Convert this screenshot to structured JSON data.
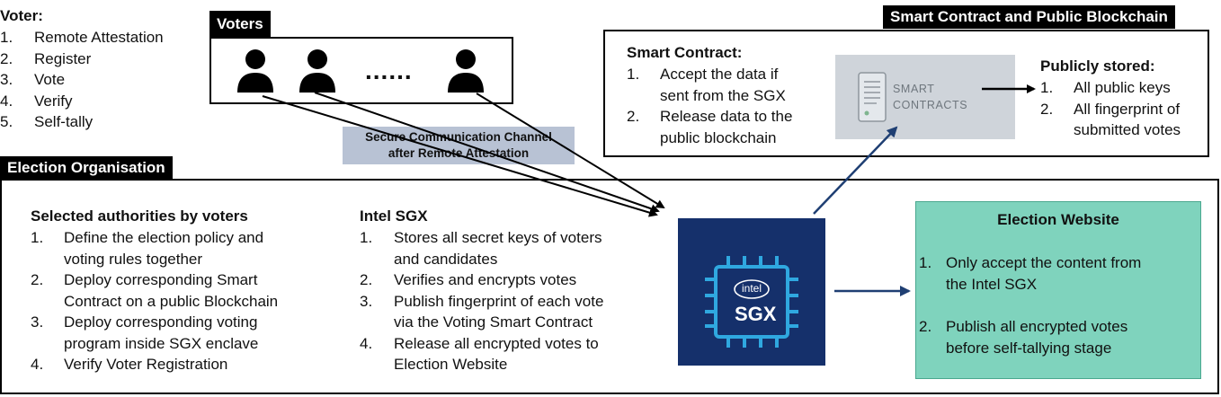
{
  "voter_panel": {
    "title": "Voter:",
    "items": [
      {
        "num": "1.",
        "text": "Remote Attestation"
      },
      {
        "num": "2.",
        "text": "Register"
      },
      {
        "num": "3.",
        "text": "Vote"
      },
      {
        "num": "4.",
        "text": "Verify"
      },
      {
        "num": "5.",
        "text": "Self-tally"
      }
    ]
  },
  "voters_box": {
    "header": "Voters",
    "ellipsis": "......"
  },
  "channel": {
    "line1": "Secure Communication Channel",
    "line2": "after Remote Attestation"
  },
  "smart_contract_section": {
    "header": "Smart Contract and Public Blockchain",
    "contract_title": "Smart Contract:",
    "contract_items": [
      {
        "num": "1.",
        "lines": [
          "Accept the data if",
          "sent from the SGX"
        ]
      },
      {
        "num": "2.",
        "lines": [
          "Release data to the",
          "public blockchain"
        ]
      }
    ],
    "image_text_line1": "SMART",
    "image_text_line2": "CONTRACTS",
    "stored_title": "Publicly stored:",
    "stored_items": [
      {
        "num": "1.",
        "lines": [
          "All public keys"
        ]
      },
      {
        "num": "2.",
        "lines": [
          "All fingerprint of",
          "submitted votes"
        ]
      }
    ]
  },
  "election_org": {
    "header": "Election Organisation",
    "authorities_title": "Selected authorities by voters",
    "authorities_items": [
      {
        "num": "1.",
        "lines": [
          "Define the election policy and",
          "voting rules together"
        ]
      },
      {
        "num": "2.",
        "lines": [
          "Deploy corresponding Smart",
          "Contract on a public Blockchain"
        ]
      },
      {
        "num": "3.",
        "lines": [
          "Deploy corresponding voting",
          "program inside SGX enclave"
        ]
      },
      {
        "num": "4.",
        "lines": [
          "Verify Voter Registration"
        ]
      }
    ],
    "sgx_title": "Intel SGX",
    "sgx_items": [
      {
        "num": "1.",
        "lines": [
          "Stores all secret keys of voters",
          "and candidates"
        ]
      },
      {
        "num": "2.",
        "lines": [
          "Verifies and encrypts votes"
        ]
      },
      {
        "num": "3.",
        "lines": [
          "Publish fingerprint of each vote",
          "via the Voting Smart Contract"
        ]
      },
      {
        "num": "4.",
        "lines": [
          "Release all encrypted votes to",
          "Election Website"
        ]
      }
    ],
    "chip_brand": "intel",
    "chip_label": "SGX"
  },
  "election_website": {
    "title": "Election Website",
    "items": [
      {
        "num": "1.",
        "lines": [
          "Only accept the content from",
          "the Intel SGX"
        ]
      },
      {
        "num": "2.",
        "lines": [
          "Publish all encrypted votes",
          "before self-tallying stage"
        ]
      }
    ]
  },
  "colors": {
    "arrow": "#1f3f73",
    "sgx_bg": "#15306b",
    "website_bg": "#7fd3bd",
    "channel_bg": "#b8c2d4",
    "contract_image_bg": "#cfd4da"
  },
  "icons": [
    "person-icon",
    "document-icon",
    "chip-icon"
  ]
}
